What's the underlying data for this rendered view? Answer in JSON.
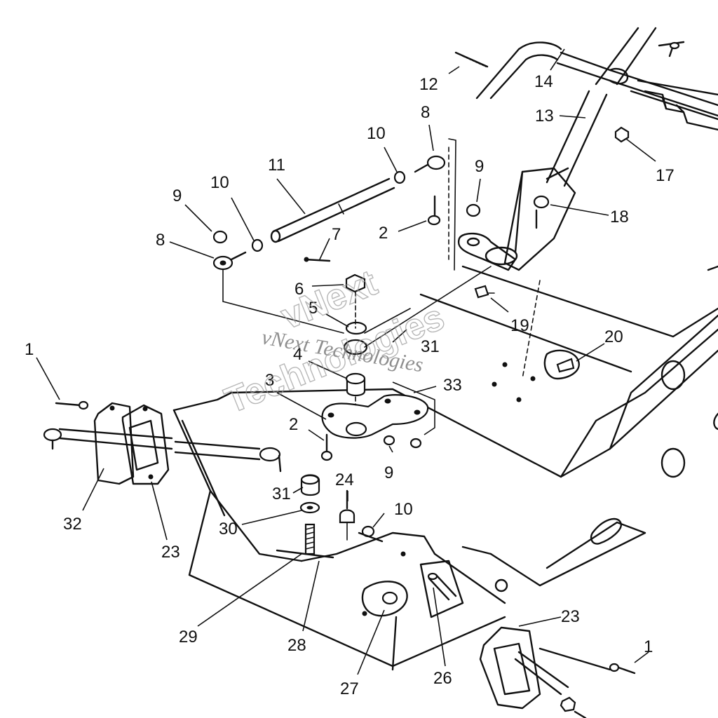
{
  "watermark": {
    "line1": "vNext Technologies",
    "line2": "vNext",
    "line3": "Technologies"
  },
  "callouts": [
    "1",
    "1",
    "2",
    "2",
    "3",
    "4",
    "5",
    "6",
    "7",
    "8",
    "8",
    "9",
    "9",
    "9",
    "10",
    "10",
    "10",
    "11",
    "12",
    "13",
    "14",
    "17",
    "18",
    "19",
    "20",
    "23",
    "23",
    "24",
    "26",
    "27",
    "28",
    "29",
    "30",
    "31",
    "31",
    "32",
    "33"
  ]
}
